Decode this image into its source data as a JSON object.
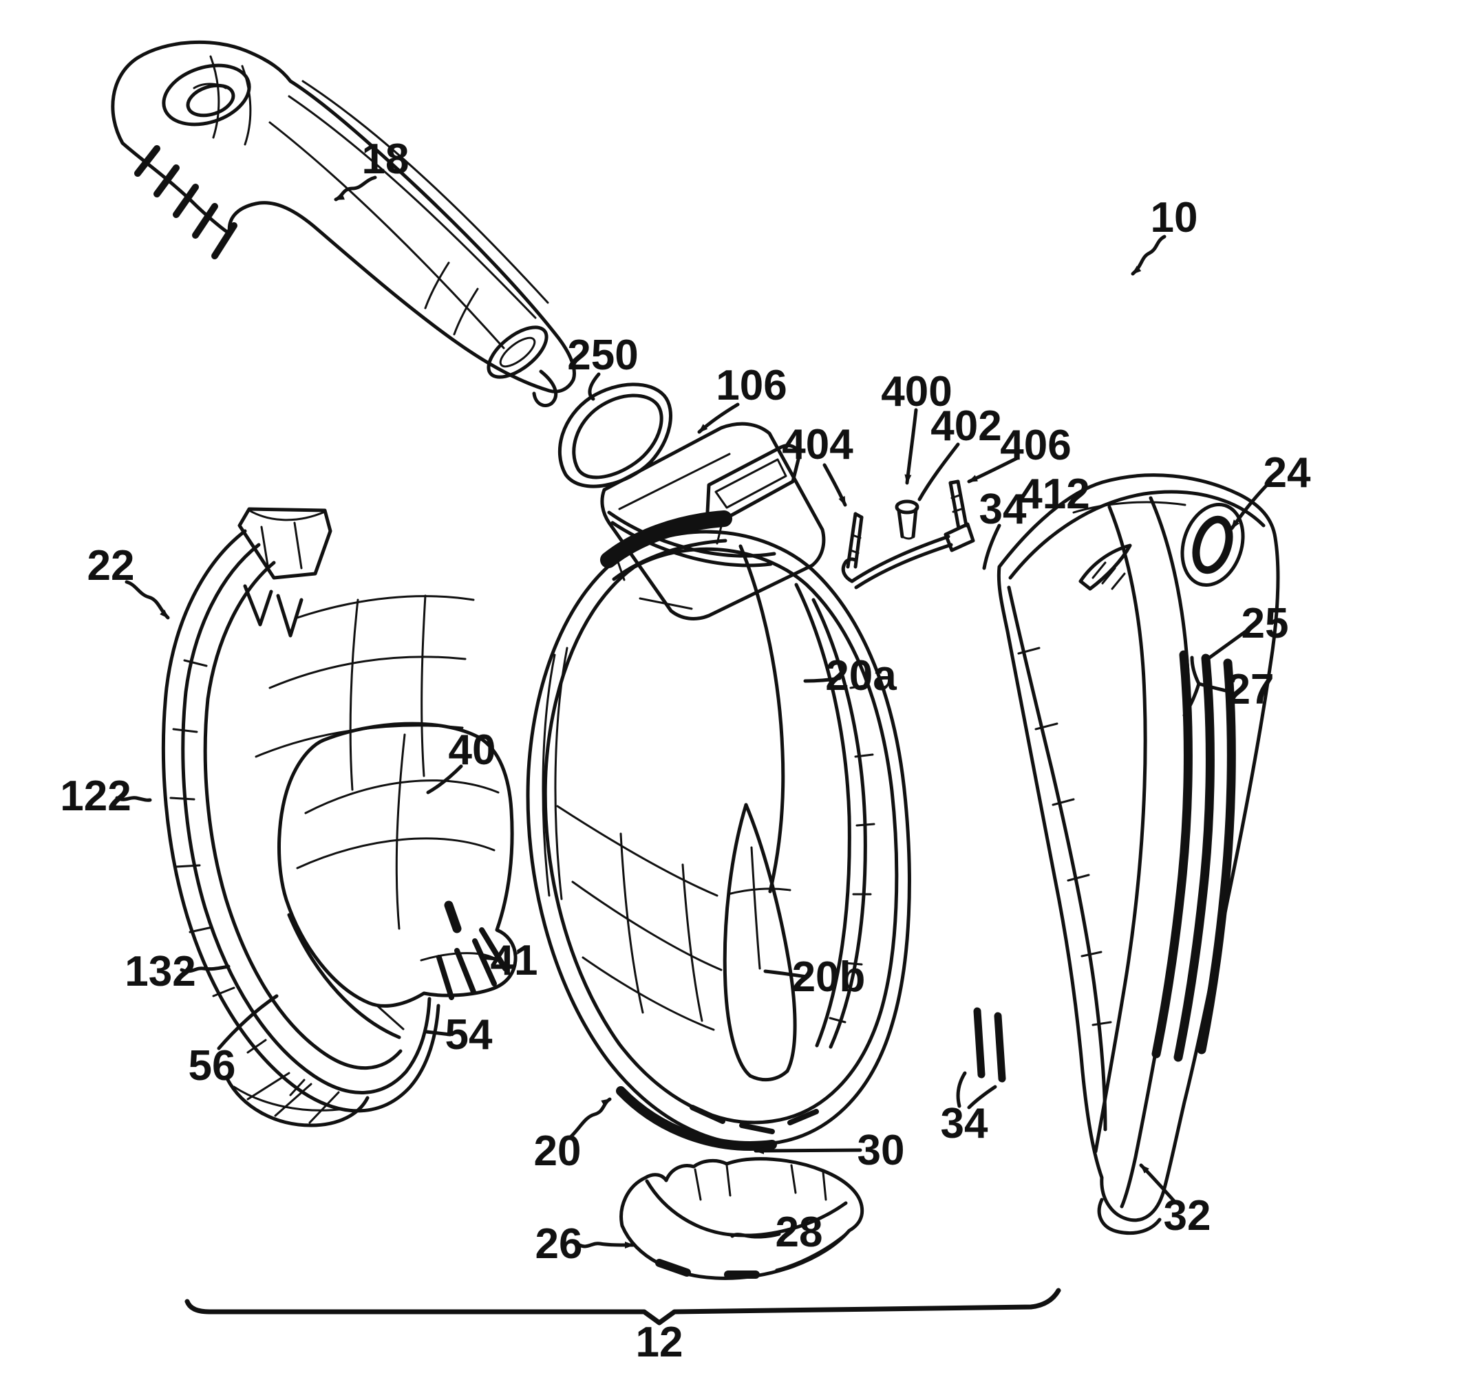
{
  "figure": {
    "background": "#ffffff",
    "ink": "#111111"
  },
  "reference_labels": {
    "l18": "18",
    "l10": "10",
    "l250": "250",
    "l106": "106",
    "l404": "404",
    "l400": "400",
    "l402": "402",
    "l406": "406",
    "l34_top": "34",
    "l412": "412",
    "l24": "24",
    "l25": "25",
    "l27": "27",
    "l22": "22",
    "l122": "122",
    "l132": "132",
    "l40": "40",
    "l41": "41",
    "l54": "54",
    "l56": "56",
    "l20a": "20a",
    "l20b": "20b",
    "l20": "20",
    "l30": "30",
    "l26": "26",
    "l28": "28",
    "l34_bottom": "34",
    "l32": "32",
    "l12": "12"
  }
}
